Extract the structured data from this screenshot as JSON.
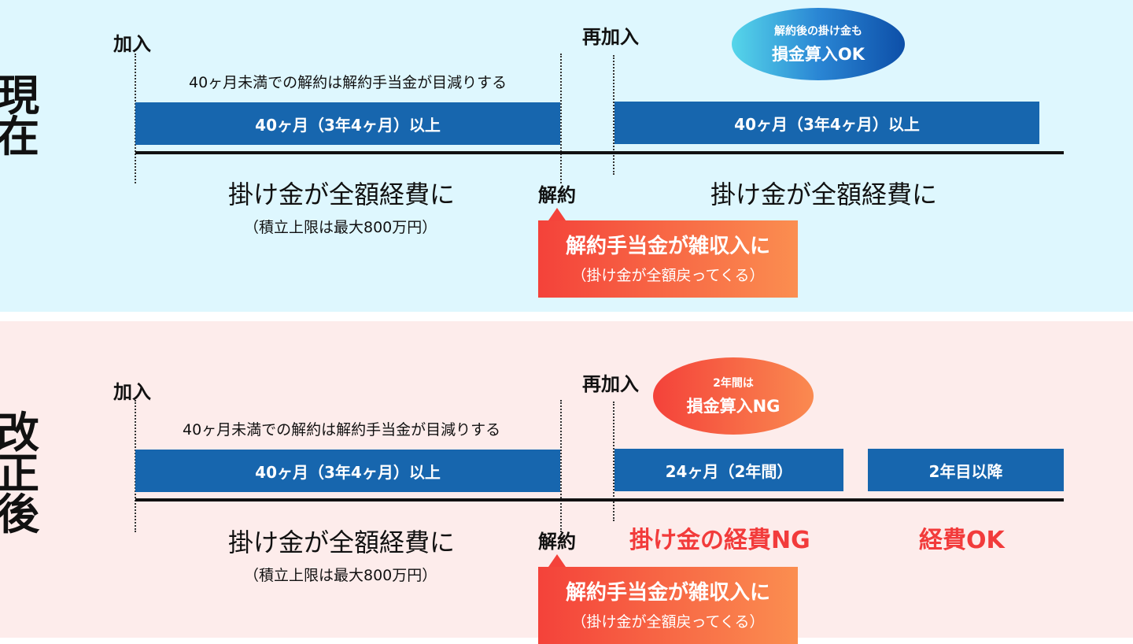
{
  "current": {
    "side_label": [
      "現",
      "在"
    ],
    "join_label": "加入",
    "rejoin_label": "再加入",
    "cancel_label": "解約",
    "note": "40ヶ月未満での解約は解約手当金が目減りする",
    "bar_left": "40ヶ月（3年4ヶ月）以上",
    "bar_right": "40ヶ月（3年4ヶ月）以上",
    "bubble_line1": "解約後の掛け金も",
    "bubble_line2": "損金算入OK",
    "expense_left": "掛け金が全額経費に",
    "limit_note": "（積立上限は最大800万円）",
    "expense_right": "掛け金が全額経費に",
    "callout_title": "解約手当金が雑収入に",
    "callout_sub": "（掛け金が全額戻ってくる）"
  },
  "revised": {
    "side_label": [
      "改",
      "正",
      "後"
    ],
    "join_label": "加入",
    "rejoin_label": "再加入",
    "cancel_label": "解約",
    "note": "40ヶ月未満での解約は解約手当金が目減りする",
    "bar_left": "40ヶ月（3年4ヶ月）以上",
    "bar_mid": "24ヶ月（2年間）",
    "bar_right": "2年目以降",
    "bubble_line1": "2年間は",
    "bubble_line2": "損金算入NG",
    "expense_left": "掛け金が全額経費に",
    "limit_note": "（積立上限は最大800万円）",
    "expense_ng": "掛け金の経費NG",
    "expense_ok": "経費OK",
    "callout_title": "解約手当金が雑収入に",
    "callout_sub": "（掛け金が全額戻ってくる）"
  },
  "colors": {
    "bar_blue": "#1766ae",
    "accent_red": "#f23b3b",
    "bg_current": "#def7fe",
    "bg_revised": "#fdeceb"
  }
}
